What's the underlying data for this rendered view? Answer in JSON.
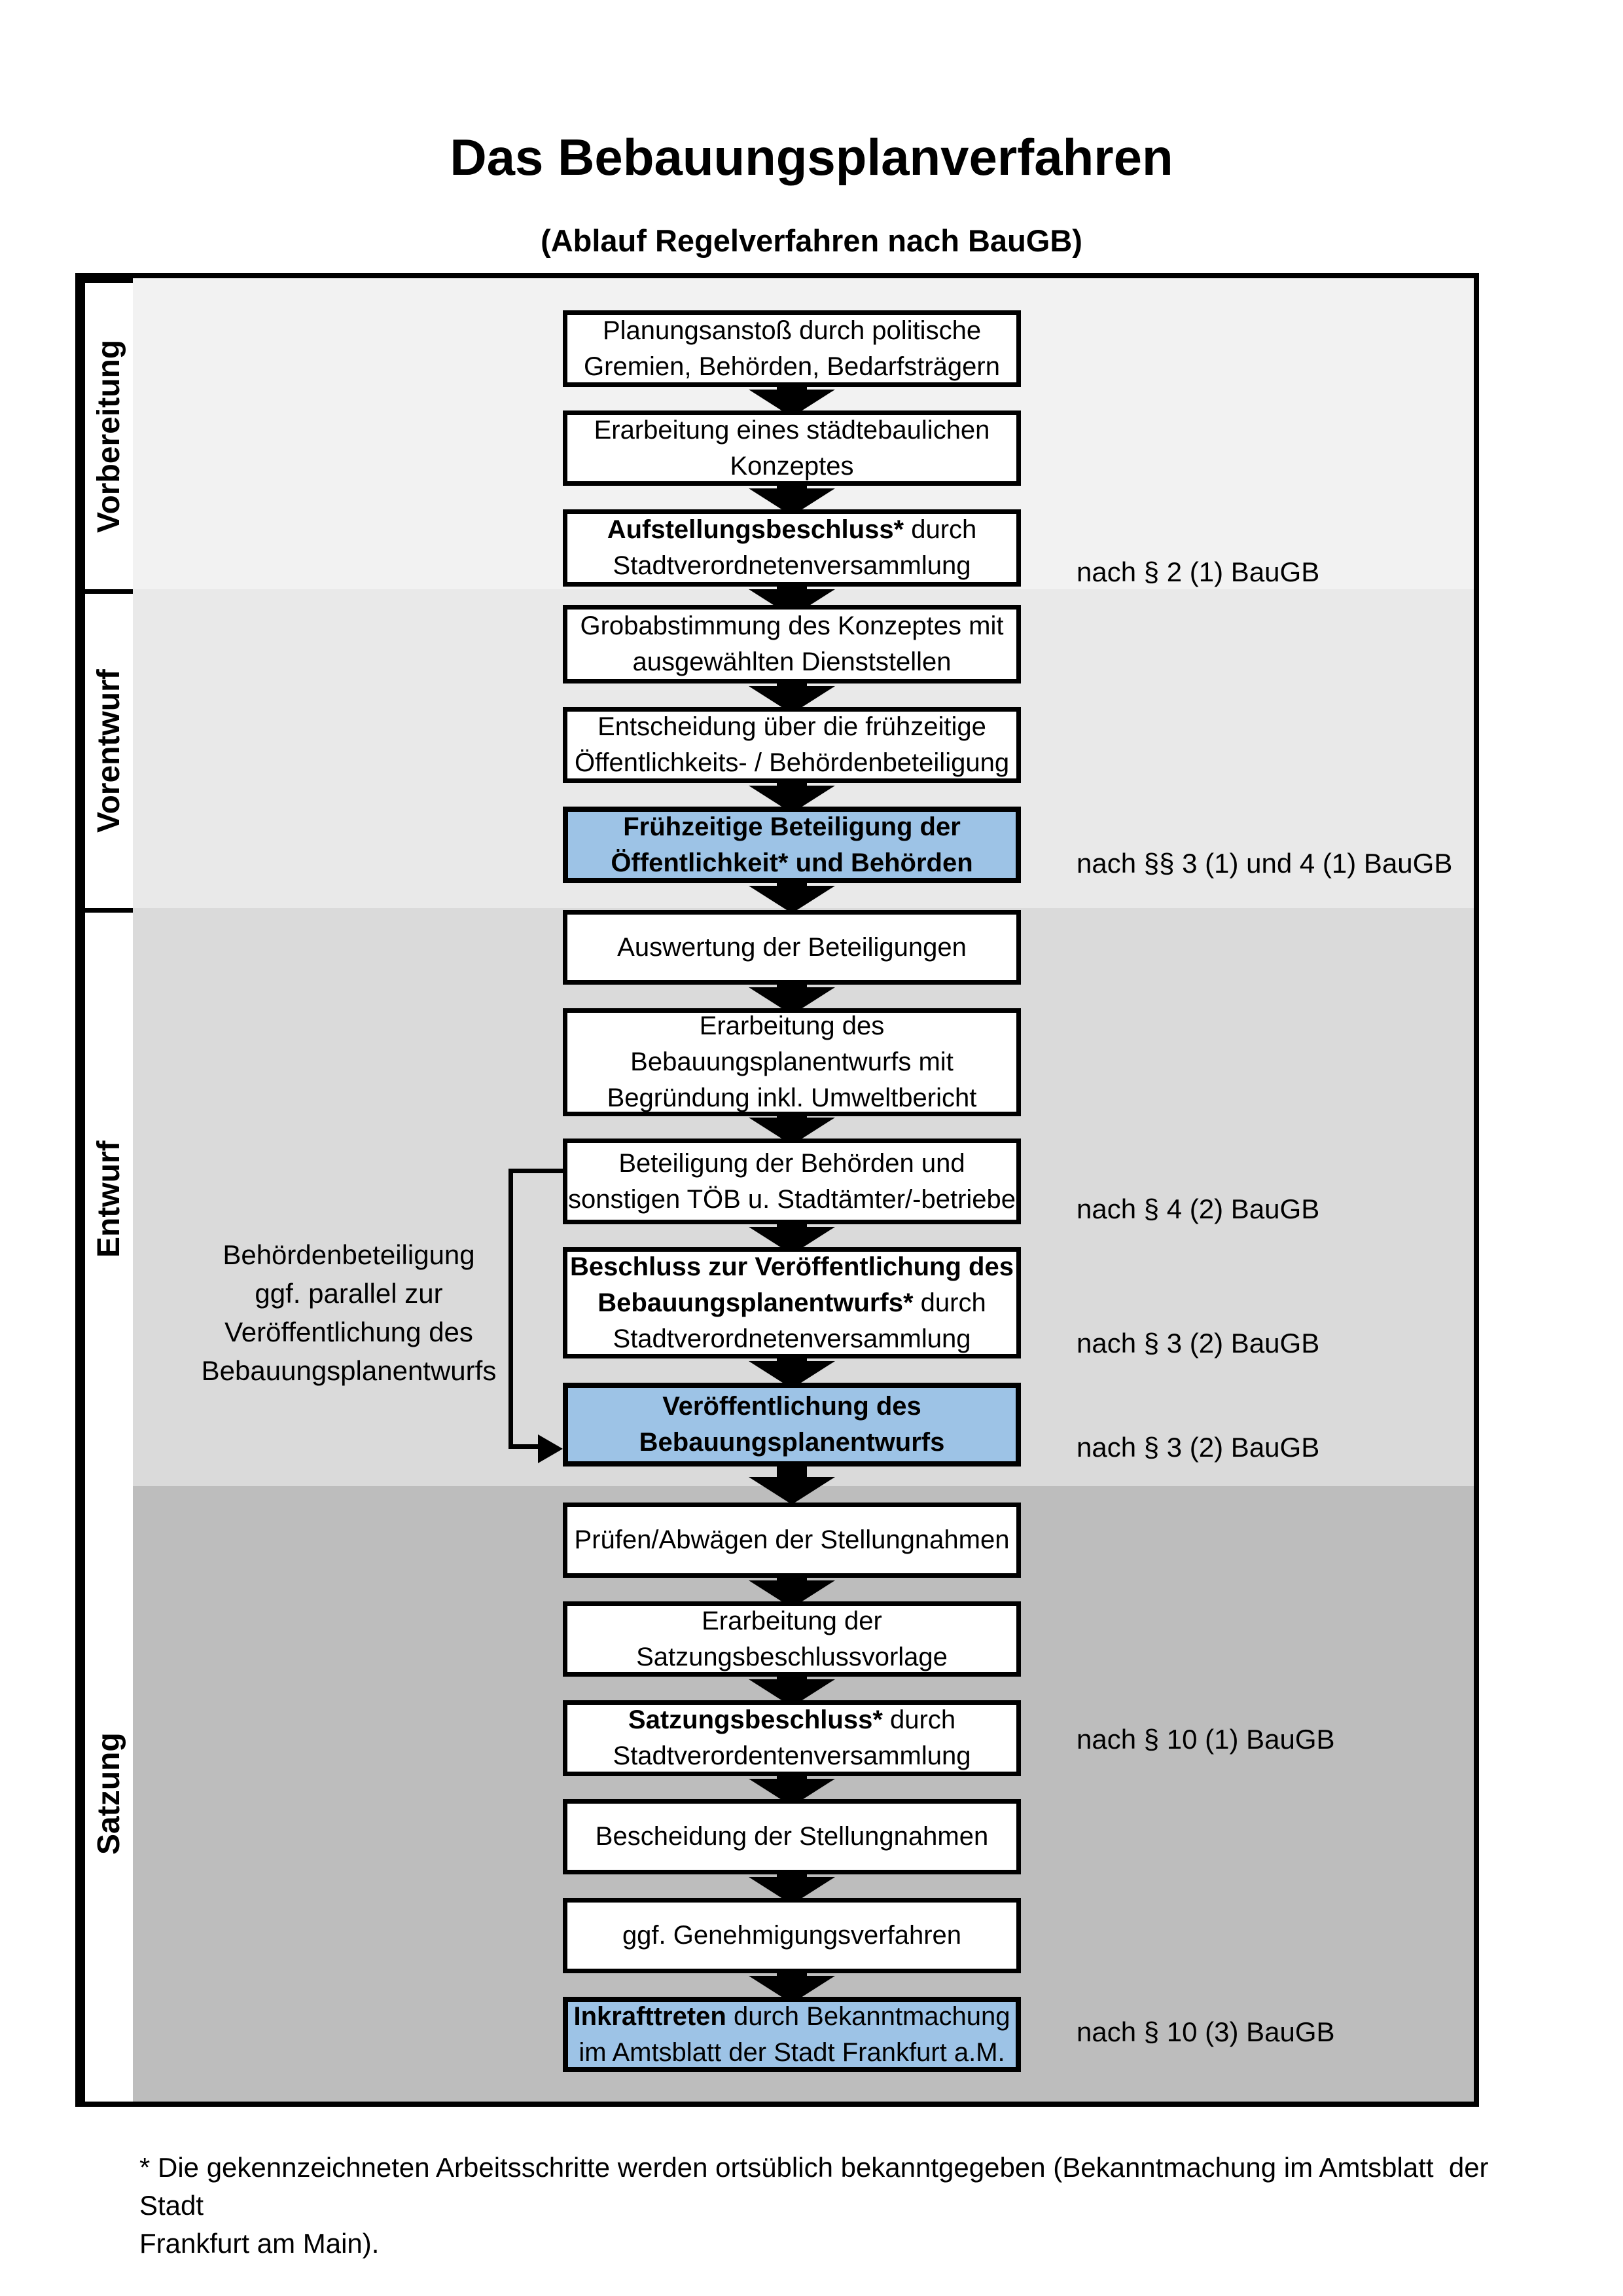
{
  "title": "Das Bebauungsplanverfahren",
  "subtitle": "(Ablauf Regelverfahren nach BauGB)",
  "phases": [
    {
      "label": "Vorbereitung"
    },
    {
      "label": "Vorentwurf"
    },
    {
      "label": "Entwurf"
    },
    {
      "label": "Satzung"
    }
  ],
  "boxes": {
    "b1": {
      "l1": "Planungsanstoß durch politische",
      "l2": "Gremien, Behörden, Bedarfsträgern"
    },
    "b2": {
      "l1": "Erarbeitung eines städtebaulichen",
      "l2": "Konzeptes"
    },
    "b3": {
      "l1b": "Aufstellungsbeschluss*",
      "l1r": " durch",
      "l2": "Stadtverordnetenversammlung"
    },
    "b4": {
      "l1": "Grobabstimmung des Konzeptes mit",
      "l2": "ausgewählten Dienststellen"
    },
    "b5": {
      "l1": "Entscheidung über die frühzeitige",
      "l2": "Öffentlichkeits- / Behördenbeteiligung"
    },
    "b6": {
      "l1b": "Frühzeitige Beteiligung der",
      "l2b": "Öffentlichkeit* und Behörden"
    },
    "b7": {
      "l1": "Auswertung der Beteiligungen"
    },
    "b8": {
      "l1": "Erarbeitung des",
      "l2": "Bebauungsplanentwurfs mit",
      "l3": "Begründung inkl. Umweltbericht"
    },
    "b9": {
      "l1": "Beteiligung der Behörden und",
      "l2": "sonstigen TÖB u. Stadtämter/-betriebe"
    },
    "b10": {
      "l1b": "Beschluss zur Veröffentlichung des",
      "l2b": "Bebauungsplanentwurfs*",
      "l2r": " durch",
      "l3": "Stadtverordnetenversammlung"
    },
    "b11": {
      "l1b": "Veröffentlichung des",
      "l2b": "Bebauungsplanentwurfs"
    },
    "b12": {
      "l1": "Prüfen/Abwägen der Stellungnahmen"
    },
    "b13": {
      "l1": "Erarbeitung der",
      "l2": "Satzungsbeschlussvorlage"
    },
    "b14": {
      "l1b": "Satzungsbeschluss*",
      "l1r": " durch",
      "l2": "Stadtverordentenversammlung"
    },
    "b15": {
      "l1": "Bescheidung der Stellungnahmen"
    },
    "b16": {
      "l1": "ggf. Genehmigungsverfahren"
    },
    "b17": {
      "l1b": "Inkrafttreten",
      "l1r": " durch Bekanntmachung",
      "l2": "im Amtsblatt der Stadt Frankfurt a.M."
    }
  },
  "legal_refs": {
    "r1": "nach § 2 (1) BauGB",
    "r2": "nach §§ 3 (1) und 4 (1) BauGB",
    "r3": "nach § 4 (2) BauGB",
    "r4": "nach § 3 (2) BauGB",
    "r5": "nach § 3 (2) BauGB",
    "r6": "nach § 10 (1) BauGB",
    "r7": "nach § 10 (3) BauGB"
  },
  "side_note": {
    "l1": "Behördenbeteiligung",
    "l2": "ggf. parallel zur",
    "l3": "Veröffentlichung des",
    "l4": "Bebauungsplanentwurfs"
  },
  "footnote": {
    "l1": "* Die gekennzeichneten Arbeitsschritte werden ortsüblich bekanntgegeben (Bekanntmachung im Amtsblatt  der Stadt",
    "l2": "Frankfurt am Main)."
  },
  "colors": {
    "phase_fill_vorbereitung": "#f2f2f2",
    "phase_fill_vorentwurf": "#e9e9e9",
    "phase_fill_entwurf": "#dadada",
    "phase_fill_satzung": "#bdbdbd",
    "highlight_blue": "#9dc3e6",
    "line_black": "#000000"
  }
}
